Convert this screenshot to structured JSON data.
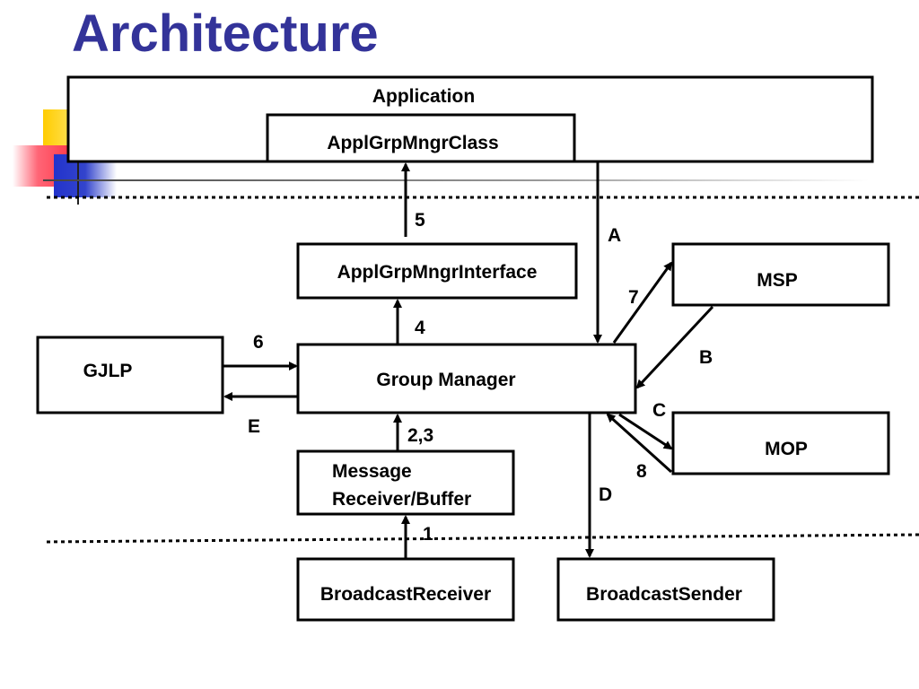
{
  "title": "Architecture",
  "boxes": {
    "application": "Application",
    "appl_grp_mngr_class": "ApplGrpMngrClass",
    "appl_grp_mngr_interface": "ApplGrpMngrInterface",
    "msp": "MSP",
    "gjlp": "GJLP",
    "group_manager": "Group Manager",
    "mop": "MOP",
    "message_receiver_line1": "Message",
    "message_receiver_line2": "Receiver/Buffer",
    "broadcast_receiver": "BroadcastReceiver",
    "broadcast_sender": "BroadcastSender"
  },
  "arrow_labels": {
    "five": "5",
    "a": "A",
    "seven": "7",
    "four": "4",
    "six": "6",
    "b": "B",
    "e": "E",
    "c": "C",
    "two_three": "2,3",
    "eight": "8",
    "d": "D",
    "one": "1"
  }
}
